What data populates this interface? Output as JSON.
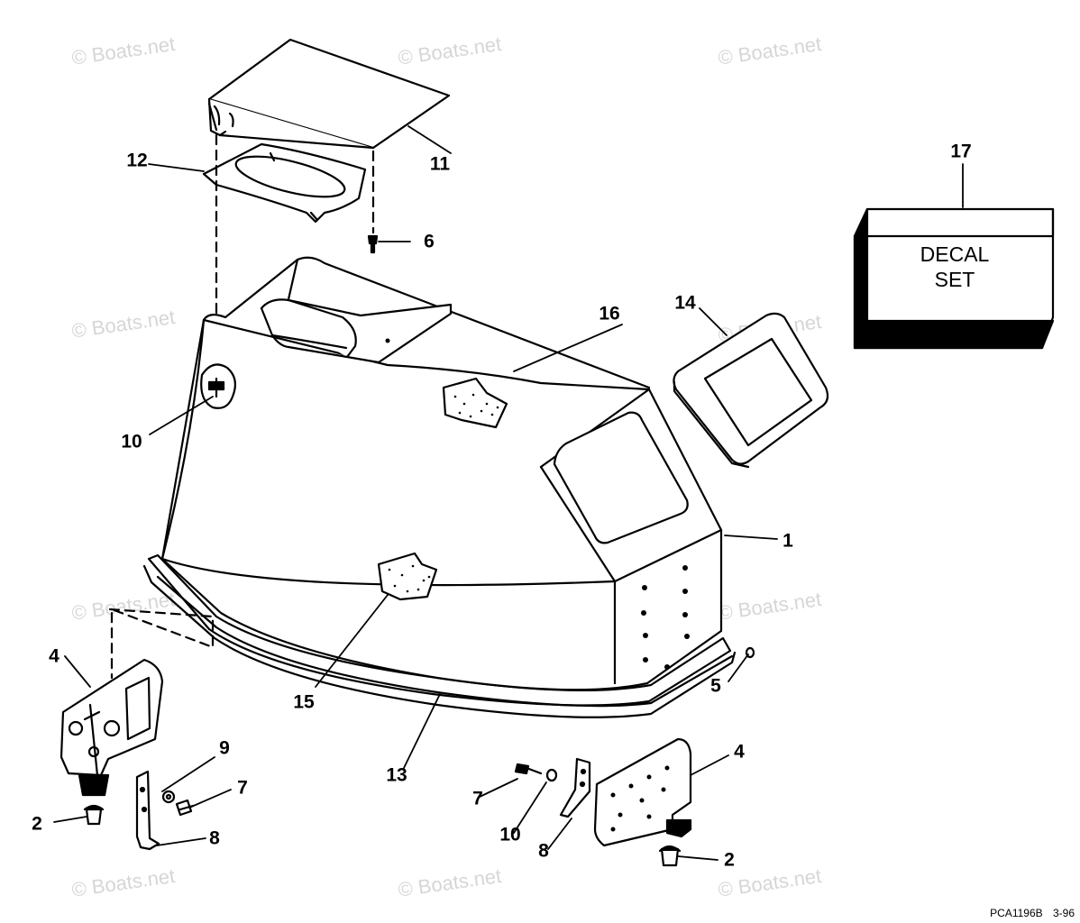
{
  "diagram": {
    "callouts": [
      "1",
      "2",
      "2",
      "4",
      "4",
      "5",
      "6",
      "7",
      "7",
      "8",
      "8",
      "9",
      "10",
      "10",
      "11",
      "12",
      "13",
      "14",
      "15",
      "16",
      "17"
    ],
    "decal_lines": [
      "DECAL",
      "SET"
    ],
    "watermark": "© Boats.net",
    "drawing_code": "PCA1196B",
    "drawing_date": "3-96"
  }
}
